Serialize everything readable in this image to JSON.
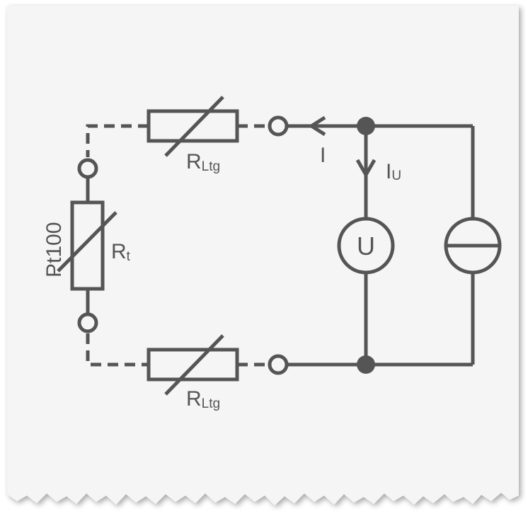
{
  "diagram": {
    "labels": {
      "r_top_main": "R",
      "r_top_sub": "Ltg",
      "r_bottom_main": "R",
      "r_bottom_sub": "Ltg",
      "rt_main": "R",
      "rt_sub": "t",
      "pt100": "Pt100",
      "current_i": "I",
      "current_iu_main": "I",
      "current_iu_sub": "U",
      "voltmeter": "U"
    },
    "colors": {
      "wire": "#555555",
      "paper": "#f5f5f5",
      "background": "#ffffff"
    }
  }
}
